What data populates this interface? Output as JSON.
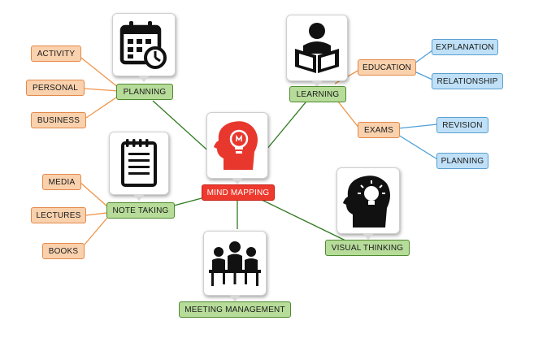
{
  "center": {
    "label": "MIND MAPPING",
    "icon": "head-lightbulb-icon"
  },
  "branches": {
    "planning": {
      "label": "PLANNING",
      "icon": "calendar-clock-icon"
    },
    "learning": {
      "label": "LEARNING",
      "icon": "person-reading-icon"
    },
    "note_taking": {
      "label": "NOTE TAKING",
      "icon": "notepad-icon"
    },
    "visual_thinking": {
      "label": "VISUAL THINKING",
      "icon": "head-lightbulb-icon"
    },
    "meeting_management": {
      "label": "MEETING MANAGEMENT",
      "icon": "meeting-people-icon"
    }
  },
  "subtopics": {
    "activity": "ACTIVITY",
    "personal": "PERSONAL",
    "business": "BUSINESS",
    "education": "EDUCATION",
    "exams": "EXAMS",
    "media": "MEDIA",
    "lectures": "LECTURES",
    "books": "BOOKS"
  },
  "leaves": {
    "explanation": "EXPLANATION",
    "relationship": "RELATIONSHIP",
    "revision": "REVISION",
    "planning": "PLANNING"
  },
  "colors": {
    "main_fill": "#b7dc9a",
    "main_line": "#2f7a1f",
    "sub_fill": "#f9d1ad",
    "sub_line": "#f0944a",
    "leaf_fill": "#bfe0f7",
    "leaf_line": "#4f9fd8",
    "center_fill": "#ee3a2e",
    "center_icon": "#e8372d"
  }
}
